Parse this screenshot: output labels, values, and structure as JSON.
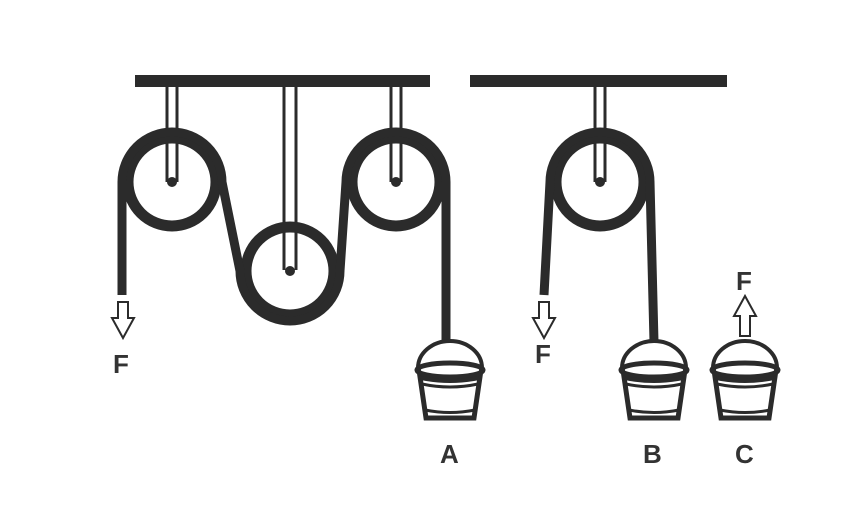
{
  "labels": {
    "force_left": "F",
    "force_middle": "F",
    "force_right": "F",
    "bucket_a": "A",
    "bucket_b": "B",
    "bucket_c": "C"
  },
  "colors": {
    "ink": "#2b2b2b",
    "label": "#333333",
    "background": "#ffffff"
  },
  "icons": [
    "pulley-icon",
    "bucket-icon",
    "arrow-down-icon",
    "arrow-up-icon"
  ]
}
